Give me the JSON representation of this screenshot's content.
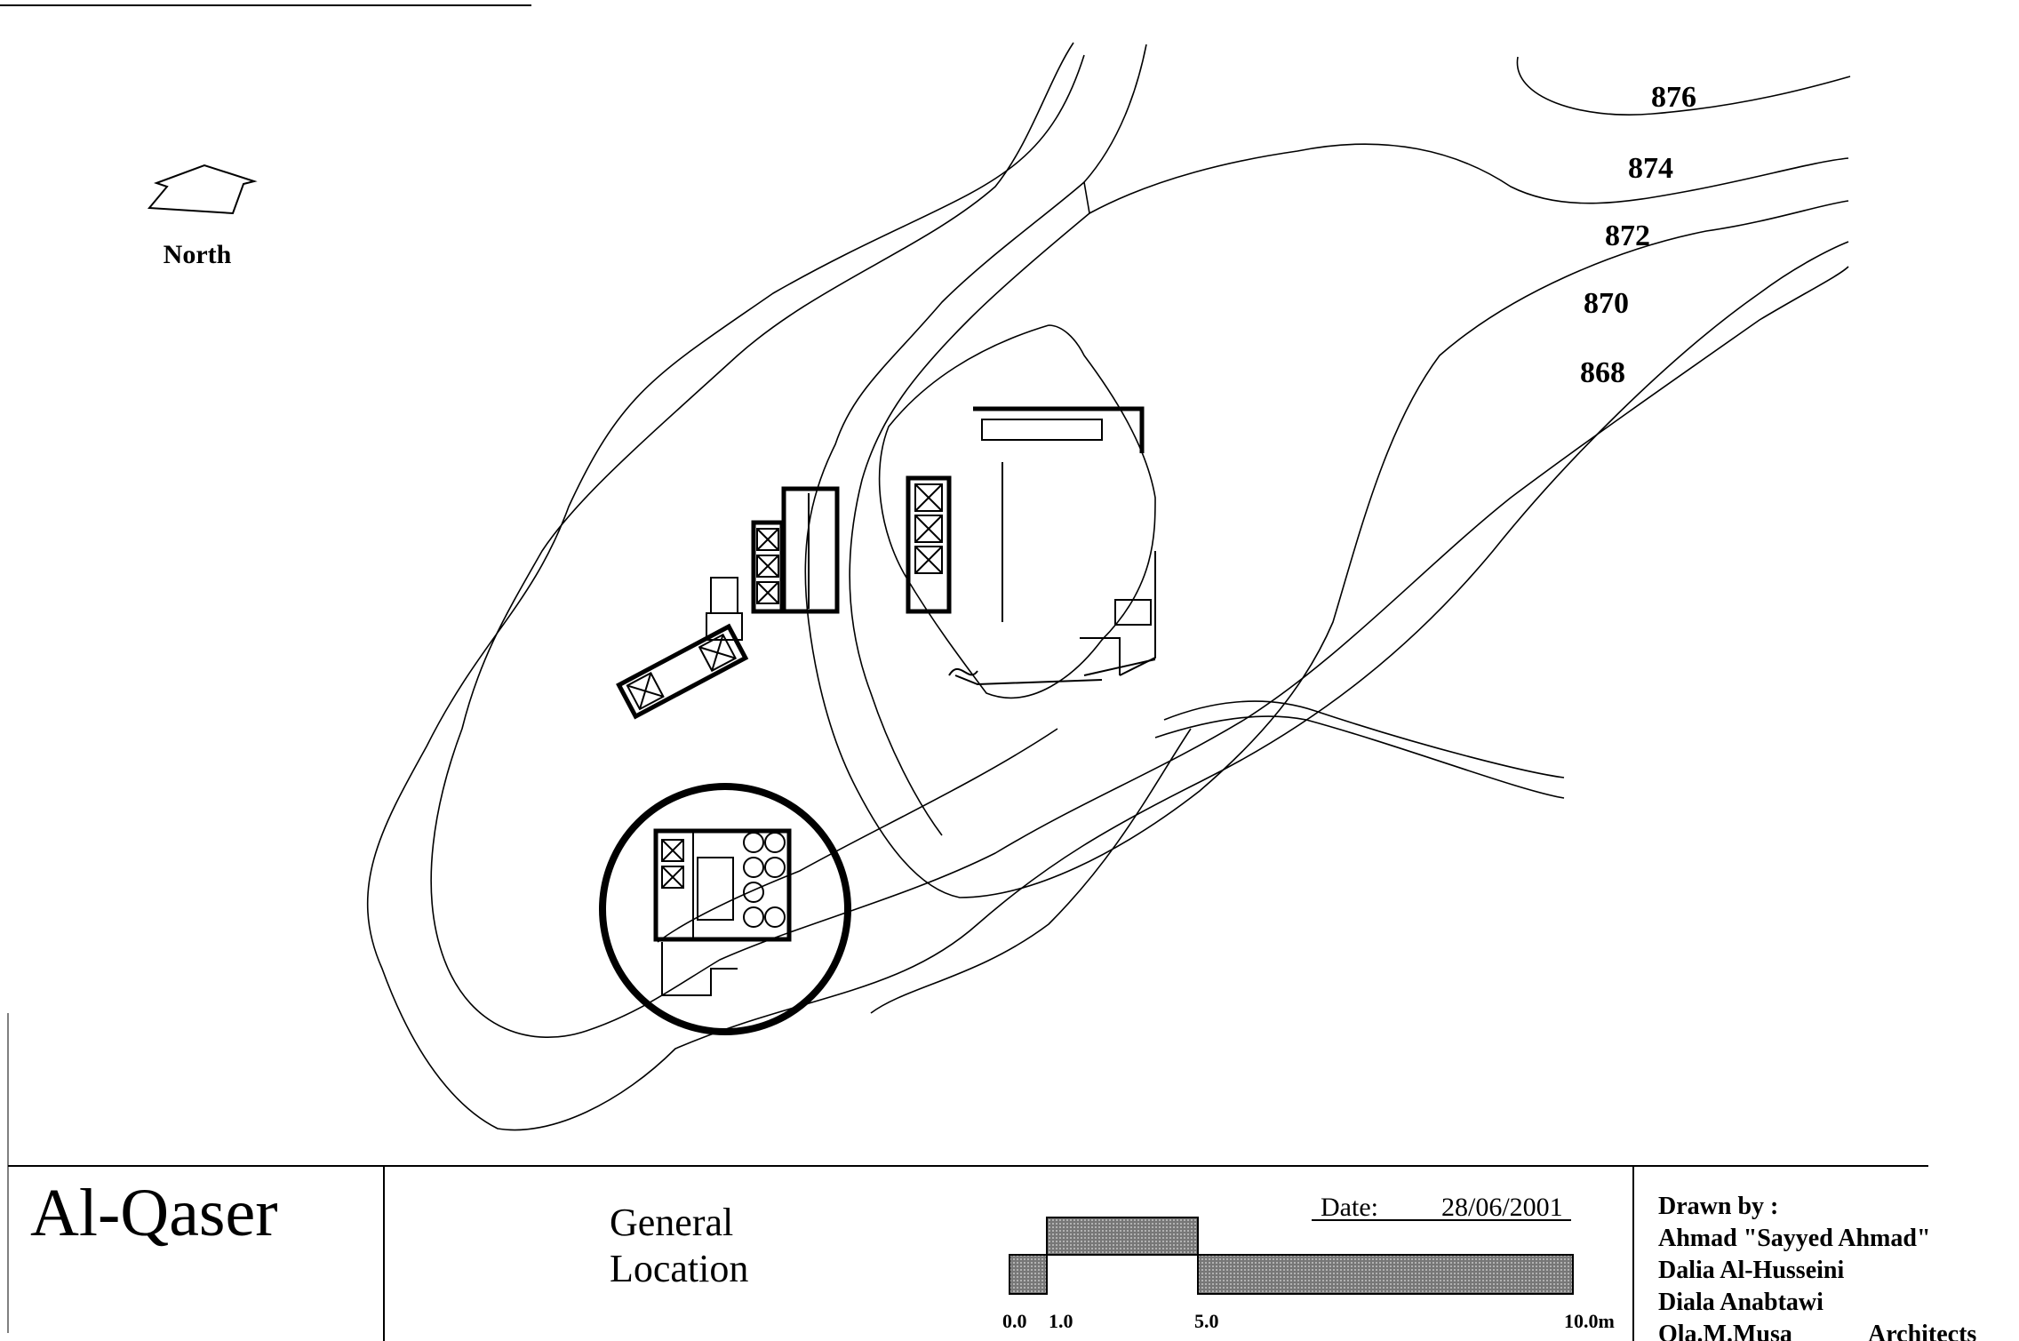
{
  "north_label": "North",
  "contours": [
    "876",
    "874",
    "872",
    "870",
    "868"
  ],
  "title_block": {
    "project": "Al-Qaser",
    "subject_line1": "General",
    "subject_line2": "Location",
    "date_label": "Date:",
    "date_value": "28/06/2001",
    "scale_ticks": [
      "0.0",
      "1.0",
      "5.0",
      "10.0m"
    ],
    "drawn_by_label": "Drawn by :",
    "authors": [
      "Ahmad \"Sayyed Ahmad\"",
      "Dalia Al-Husseini",
      "Diala Anabtawi",
      "Ola.M.Musa"
    ],
    "role": "Architects"
  }
}
